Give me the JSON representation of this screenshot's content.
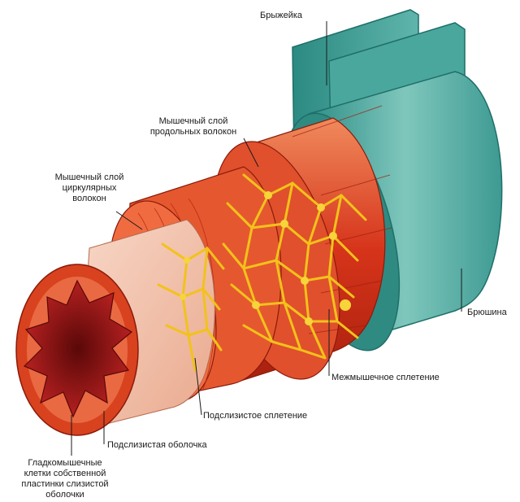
{
  "labels": {
    "mesentery": "Брыжейка",
    "longitudinal_1": "Мышечный слой",
    "longitudinal_2": "продольных волокон",
    "circular_1": "Мышечный слой",
    "circular_2": "циркулярных",
    "circular_3": "волокон",
    "peritoneum": "Брюшина",
    "myenteric_plexus": "Межмышечное сплетение",
    "submucosal_plexus": "Подслизистое сплетение",
    "submucosa": "Подслизистая оболочка",
    "lamina_1": "Гладкомышечные",
    "lamina_2": "клетки собственной",
    "lamina_3": "пластинки слизистой",
    "lamina_4": "оболочки"
  },
  "colors": {
    "peritoneum": "#3fa39a",
    "muscle": "#d93a1c",
    "muscle_light": "#f0754b",
    "submucosa": "#f4c4ad",
    "plexus": "#f2c21b",
    "lumen": "#8c1414"
  }
}
